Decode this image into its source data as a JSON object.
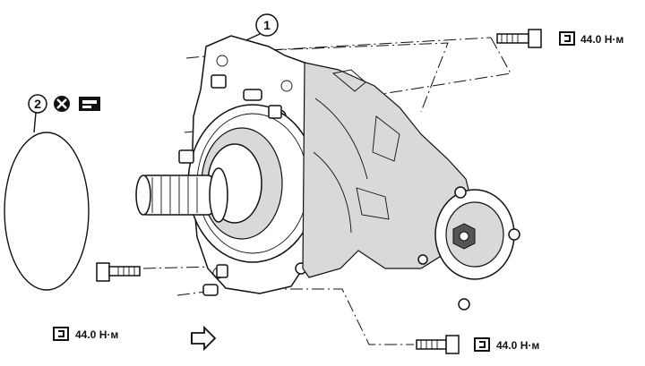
{
  "callouts": {
    "part_1": "1",
    "part_2": "2"
  },
  "torque": {
    "top_right": "44.0 Н·м",
    "bottom_left": "44.0 Н·м",
    "bottom_right": "44.0 Н·м"
  },
  "icons": {
    "torque": "torque-wrench-icon",
    "do_not_reuse": "do-not-reuse-icon",
    "apply_oil": "oil-can-icon",
    "front_direction": "front-arrow-icon"
  }
}
